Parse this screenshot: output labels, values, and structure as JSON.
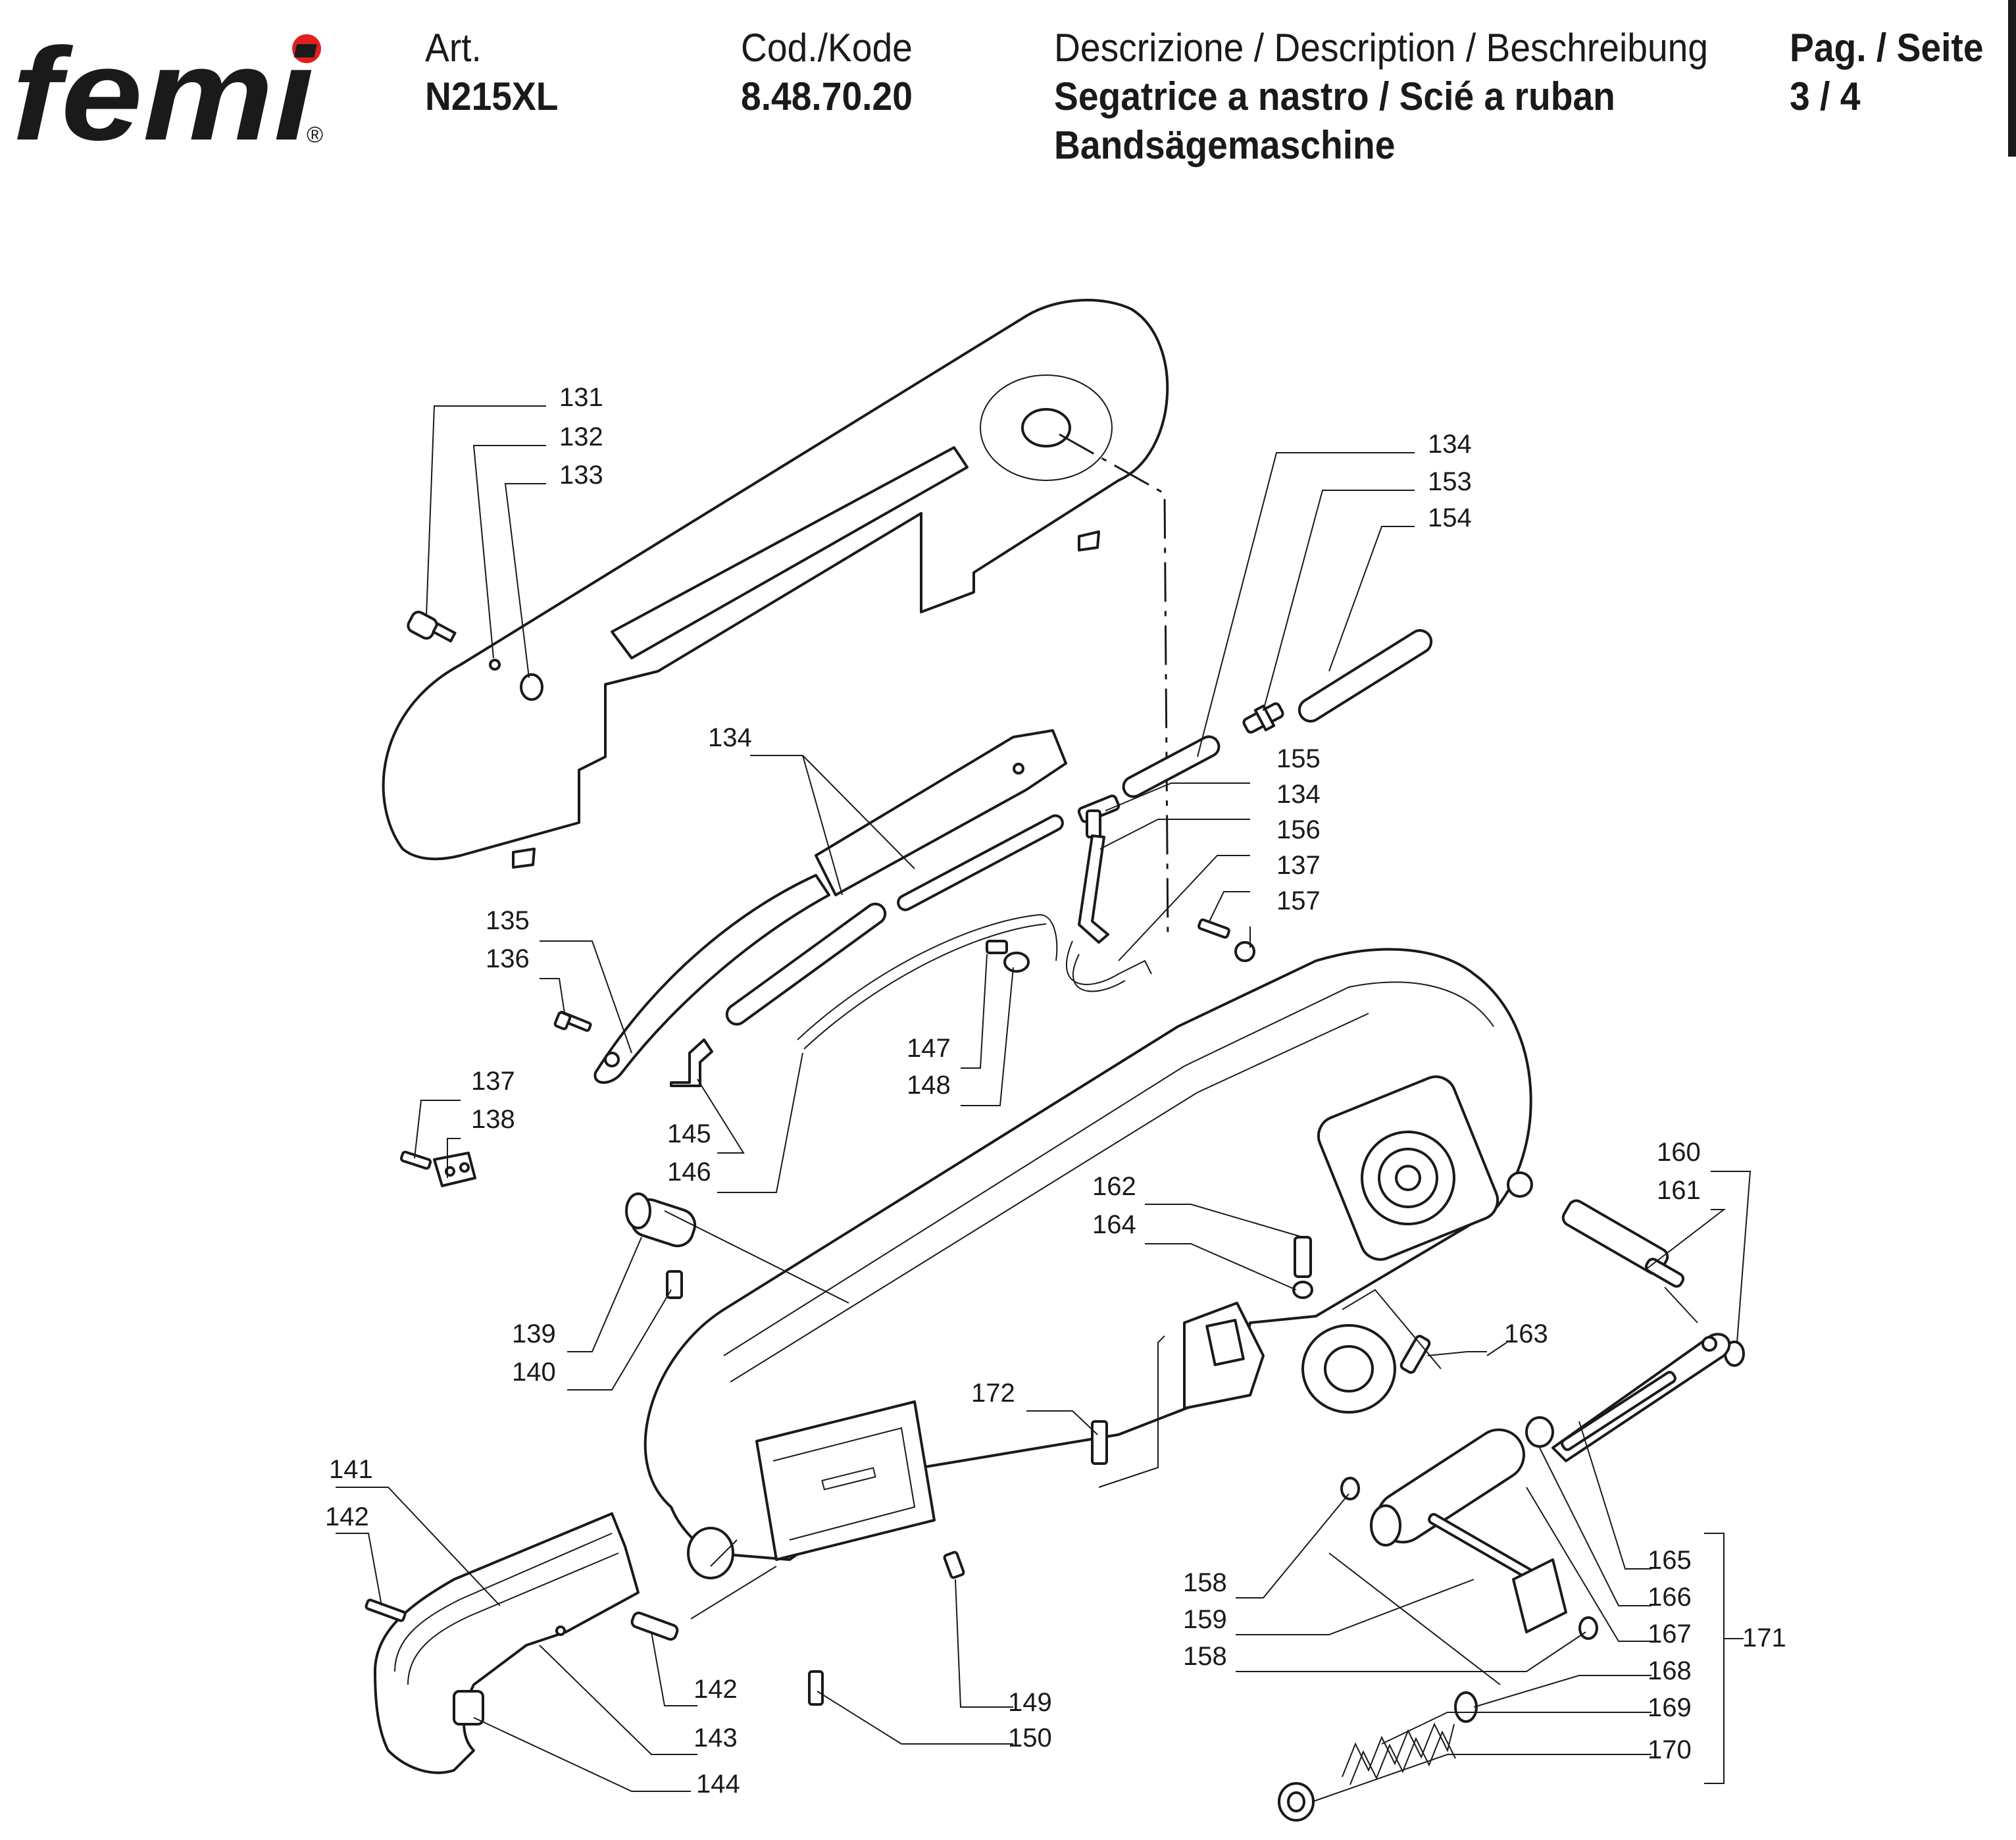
{
  "header": {
    "logo_text": "femi",
    "logo_registered": "®",
    "art_label": "Art.",
    "art_value": "N215XL",
    "code_label": "Cod./Kode",
    "code_value": "8.48.70.20",
    "desc_label": "Descrizione / Description / Beschreibung",
    "desc_value_1": "Segatrice a nastro / Scié a ruban",
    "desc_value_2": "Bandsägemaschine",
    "page_label": "Pag. / Seite",
    "page_value": "3 / 4"
  },
  "colors": {
    "ink": "#1a1a1a",
    "logo_dot": "#e02020",
    "paper": "#ffffff"
  },
  "parts": {
    "p131": "131",
    "p132": "132",
    "p133": "133",
    "p134a": "134",
    "p153": "153",
    "p154": "154",
    "p134b": "134",
    "p155": "155",
    "p134c": "134",
    "p156": "156",
    "p137a": "137",
    "p157": "157",
    "p135": "135",
    "p136": "136",
    "p137b": "137",
    "p138": "138",
    "p145": "145",
    "p146": "146",
    "p147": "147",
    "p148": "148",
    "p139": "139",
    "p140": "140",
    "p160": "160",
    "p161": "161",
    "p162": "162",
    "p164": "164",
    "p163": "163",
    "p172": "172",
    "p141": "141",
    "p142a": "142",
    "p142b": "142",
    "p143": "143",
    "p144": "144",
    "p149": "149",
    "p150": "150",
    "p158a": "158",
    "p159": "159",
    "p158b": "158",
    "p165": "165",
    "p166": "166",
    "p167": "167",
    "p168": "168",
    "p169": "169",
    "p170": "170",
    "p171": "171"
  }
}
